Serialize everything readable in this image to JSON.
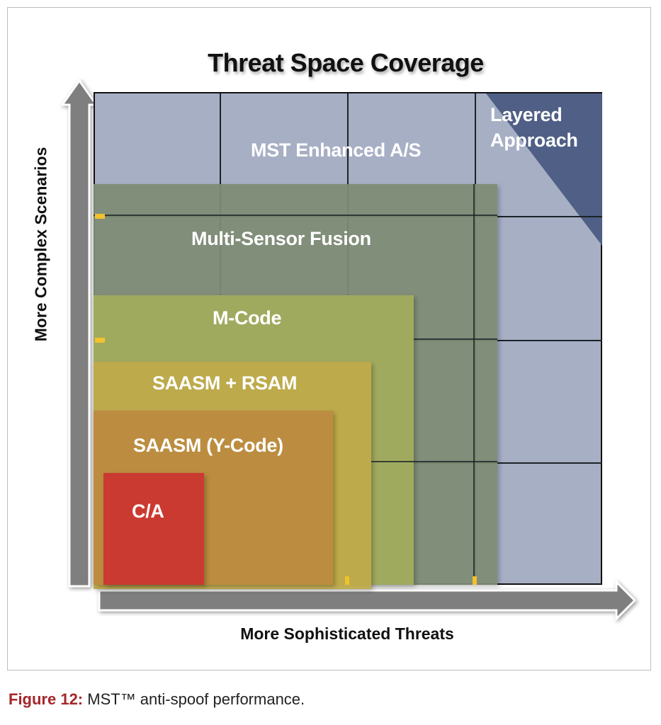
{
  "title": "Threat Space Coverage",
  "y_axis_label": "More Complex Scenarios",
  "x_axis_label": "More Sophisticated Threats",
  "regions": [
    {
      "label": "MST Enhanced A/S",
      "color": "#a7afc5"
    },
    {
      "label": "Layered Approach",
      "color": "#4f5f85"
    },
    {
      "label": "Multi-Sensor Fusion",
      "color": "#7f8c75"
    },
    {
      "label": "M-Code",
      "color": "#a3ad5e"
    },
    {
      "label": "SAASM + RSAM",
      "color": "#c0ab4a"
    },
    {
      "label": "SAASM (Y-Code)",
      "color": "#bc8c40"
    },
    {
      "label": "C/A",
      "color": "#cb3a30"
    }
  ],
  "caption": {
    "figure": "Figure 12:",
    "text": " MST™ anti-spoof performance."
  }
}
